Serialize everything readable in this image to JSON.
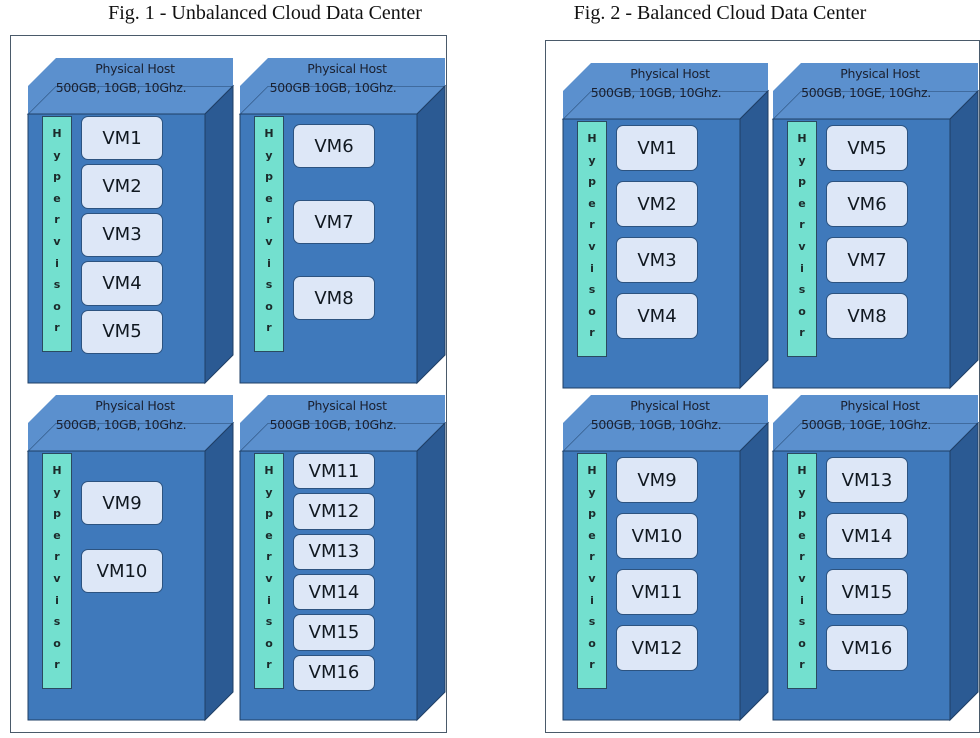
{
  "figures": [
    {
      "title": "Fig. 1 - Unbalanced Cloud Data Center",
      "hosts": [
        {
          "label_line1": "Physical Host",
          "label_line2": "500GB, 10GB, 10Ghz.",
          "vms": [
            "VM1",
            "VM2",
            "VM3",
            "VM4",
            "VM5"
          ]
        },
        {
          "label_line1": "Physical Host",
          "label_line2": "500GB 10GB, 10Ghz.",
          "vms": [
            "VM6",
            "VM7",
            "VM8"
          ]
        },
        {
          "label_line1": "Physical Host",
          "label_line2": "500GB, 10GB, 10Ghz.",
          "vms": [
            "VM9",
            "VM10"
          ]
        },
        {
          "label_line1": "Physical Host",
          "label_line2": "500GB 10GB, 10Ghz.",
          "vms": [
            "VM11",
            "VM12",
            "VM13",
            "VM14",
            "VM15",
            "VM16"
          ]
        }
      ]
    },
    {
      "title": "Fig. 2 - Balanced Cloud Data Center",
      "hosts": [
        {
          "label_line1": "Physical Host",
          "label_line2": "500GB, 10GB, 10Ghz.",
          "vms": [
            "VM1",
            "VM2",
            "VM3",
            "VM4"
          ]
        },
        {
          "label_line1": "Physical Host",
          "label_line2": "500GB, 10GE, 10Ghz.",
          "vms": [
            "VM5",
            "VM6",
            "VM7",
            "VM8"
          ]
        },
        {
          "label_line1": "Physical Host",
          "label_line2": "500GB, 10GB, 10Ghz.",
          "vms": [
            "VM9",
            "VM10",
            "VM11",
            "VM12"
          ]
        },
        {
          "label_line1": "Physical Host",
          "label_line2": "500GB, 10GE, 10Ghz.",
          "vms": [
            "VM13",
            "VM14",
            "VM15",
            "VM16"
          ]
        }
      ]
    }
  ],
  "hypervisor_letters": [
    "H",
    "y",
    "p",
    "e",
    "r",
    "v",
    "i",
    "s",
    "o",
    "r"
  ],
  "colors": {
    "host_front": "#3f79bb",
    "host_top": "#5b90ce",
    "host_side": "#2b5a93",
    "hypervisor": "#73e0cf",
    "vm_box": "#dde7f7"
  }
}
